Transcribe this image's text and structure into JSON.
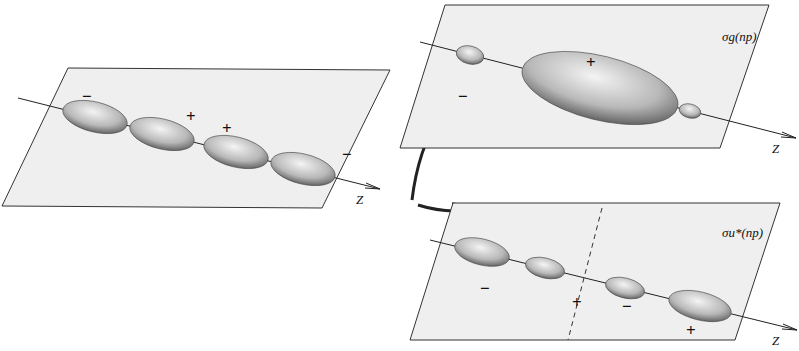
{
  "diagram": {
    "labels": [
      "−",
      "+",
      "+",
      "−",
      "Z",
      "−",
      "+",
      "σg(np)",
      "Z",
      "−",
      "+",
      "−",
      "+",
      "σu*(np)",
      "Z"
    ]
  }
}
